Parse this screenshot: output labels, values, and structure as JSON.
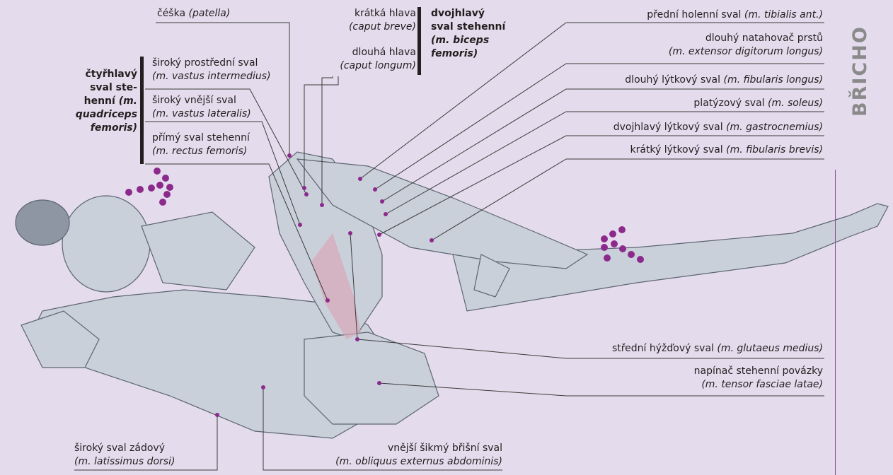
{
  "section_title": "BŘICHO",
  "labels": {
    "patella": {
      "name": "čéška",
      "latin": "(patella)"
    },
    "caput_breve": {
      "name": "krátká hlava",
      "latin": "(caput breve)"
    },
    "caput_longum": {
      "name": "dlouhá hlava",
      "latin": "(caput longum)"
    },
    "biceps_group": {
      "line1": "dvojhlavý",
      "line2": "sval stehenní",
      "line3": "(m. biceps",
      "line4": "femoris)"
    },
    "quad_group": {
      "line1": "čtyřhlavý",
      "line2": "sval ste-",
      "line3a": "henní",
      "line3b": "(m.",
      "line4": "quadriceps",
      "line5": "femoris)"
    },
    "vastus_intermedius": {
      "name": "široký prostřední sval",
      "latin": "(m. vastus intermedius)"
    },
    "vastus_lateralis": {
      "name": "široký vnější sval",
      "latin": "(m. vastus lateralis)"
    },
    "rectus_femoris": {
      "name": "přímý sval stehenní",
      "latin": "(m. rectus femoris)"
    },
    "tibialis_ant": {
      "name": "přední holenní sval",
      "latin": "(m. tibialis ant.)"
    },
    "extensor_digitorum": {
      "name": "dlouhý natahovač prstů",
      "latin": "(m. extensor digitorum longus)"
    },
    "fibularis_longus": {
      "name": "dlouhý lýtkový sval",
      "latin": "(m. fibularis longus)"
    },
    "soleus": {
      "name": "platýzový sval",
      "latin": "(m. soleus)"
    },
    "gastrocnemius": {
      "name": "dvojhlavý lýtkový sval",
      "latin": "(m. gastrocnemius)"
    },
    "fibularis_brevis": {
      "name": "krátký lýtkový sval",
      "latin": "(m. fibularis brevis)"
    },
    "glutaeus_medius": {
      "name": "střední hýžďový sval",
      "latin": "(m. glutaeus medius)"
    },
    "tensor_fasciae": {
      "name": "napínač stehenní povázky",
      "latin": "(m. tensor fasciae latae)"
    },
    "latissimus": {
      "name": "široký sval zádový",
      "latin": "(m. latissimus dorsi)"
    },
    "obliquus": {
      "name": "vnější šikmý břišní sval",
      "latin": "(m. obliquus externus abdominis)"
    }
  },
  "colors": {
    "background": "#e4dcec",
    "accent": "#8c2a8c",
    "line": "#3a3a3a",
    "skin": "#c7ced8"
  }
}
